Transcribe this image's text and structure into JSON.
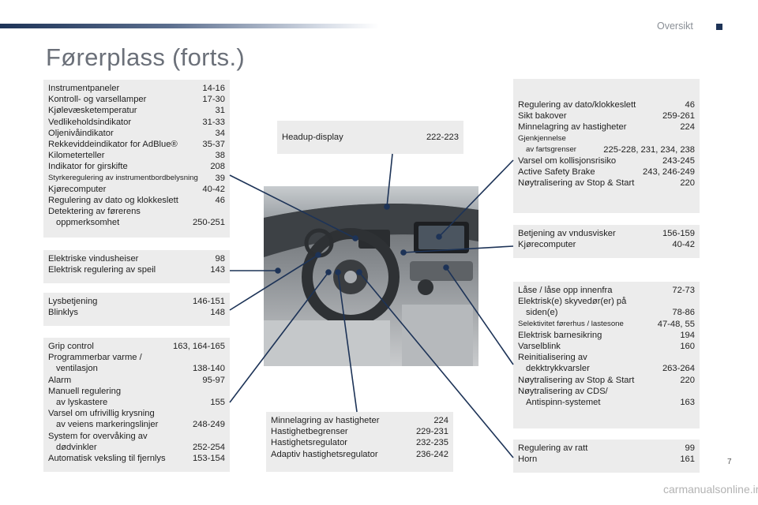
{
  "header": {
    "section": "Oversikt"
  },
  "title": "Førerplass (forts.)",
  "page_number": "7",
  "footer_watermark": "carmanualsonline.info",
  "boxes": {
    "instruments": [
      {
        "label": "Instrumentpaneler",
        "page": "14-16"
      },
      {
        "label": "Kontroll- og varsellamper",
        "page": "17-30"
      },
      {
        "label": "Kjølevæsketemperatur",
        "page": "31"
      },
      {
        "label": "Vedlikeholdsindikator",
        "page": "31-33"
      },
      {
        "label": "Oljenivåindikator",
        "page": "34"
      },
      {
        "label": "Rekkeviddeindikator for AdBlue®",
        "page": "35-37"
      },
      {
        "label": "Kilometerteller",
        "page": "38"
      },
      {
        "label": "Indikator for girskifte",
        "page": "208"
      },
      {
        "label": "Styrkeregulering av instrumentbordbelysning",
        "page": "39"
      },
      {
        "label": "Kjørecomputer",
        "page": "40-42"
      },
      {
        "label": "Regulering av dato og klokkeslett",
        "page": "46"
      },
      {
        "label": "Detektering av førerens",
        "label2": "oppmerksomhet",
        "page": "250-251"
      }
    ],
    "windows": [
      {
        "label": "Elektriske vindusheiser",
        "page": "98"
      },
      {
        "label": "Elektrisk regulering av speil",
        "page": "143"
      }
    ],
    "lighting": [
      {
        "label": "Lysbetjening",
        "page": "146-151"
      },
      {
        "label": "Blinklys",
        "page": "148"
      }
    ],
    "drive": [
      {
        "label": "Grip control",
        "page": "163, 164-165"
      },
      {
        "label": "Programmerbar varme /",
        "label2": "ventilasjon",
        "page": "138-140"
      },
      {
        "label": "Alarm",
        "page": "95-97"
      },
      {
        "label": "Manuell regulering",
        "label2": "av lyskastere",
        "page": "155"
      },
      {
        "label": "Varsel om ufrivillig krysning",
        "label2": "av veiens markeringslinjer",
        "page": "248-249"
      },
      {
        "label": "System for overvåking av",
        "label2": "dødvinkler",
        "page": "252-254"
      },
      {
        "label": "Automatisk veksling til fjernlys",
        "page": "153-154"
      }
    ],
    "headup": [
      {
        "label": "Headup-display",
        "page": "222-223"
      }
    ],
    "speed": [
      {
        "label": "Minnelagring av hastigheter",
        "page": "224"
      },
      {
        "label": "Hastighetbegrenser",
        "page": "229-231"
      },
      {
        "label": "Hastighetsregulator",
        "page": "232-235"
      },
      {
        "label": "Adaptiv hastighetsregulator",
        "page": "236-242"
      }
    ],
    "touchscreen": [
      {
        "label": "Regulering av dato/klokkeslett",
        "page": "46"
      },
      {
        "label": "Sikt bakover",
        "page": "259-261"
      },
      {
        "label": "Minnelagring av hastigheter",
        "page": "224"
      },
      {
        "label": "Gjenkjennelse",
        "label2": "av fartsgrenser",
        "page": "225-228, 231, 234, 238"
      },
      {
        "label": "Varsel om kollisjonsrisiko",
        "page": "243-245"
      },
      {
        "label": "Active Safety Brake",
        "page": "243, 246-249"
      },
      {
        "label": "Nøytralisering av Stop & Start",
        "page": "220"
      }
    ],
    "wiper": [
      {
        "label": "Betjening av vndusvisker",
        "page": "156-159"
      },
      {
        "label": "Kjørecomputer",
        "page": "40-42"
      }
    ],
    "switches": [
      {
        "label": "Låse / låse opp innenfra",
        "page": "72-73"
      },
      {
        "label": "Elektrisk(e) skyvedør(er) på",
        "label2": "siden(e)",
        "page": "78-86"
      },
      {
        "label": "Selektivitet førerhus / lastesone",
        "page": "47-48, 55"
      },
      {
        "label": "Elektrisk barnesikring",
        "page": "194"
      },
      {
        "label": "Varselblink",
        "page": "160"
      },
      {
        "label": "Reinitialisering av",
        "label2": "dekktrykkvarsler",
        "page": "263-264"
      },
      {
        "label": "Nøytralisering av Stop & Start",
        "page": "220"
      },
      {
        "label": "Nøytralisering av CDS/",
        "label2": "Antispinn-systemet",
        "page": "163"
      }
    ],
    "steering": [
      {
        "label": "Regulering av ratt",
        "page": "99"
      },
      {
        "label": "Horn",
        "page": "161"
      }
    ]
  }
}
